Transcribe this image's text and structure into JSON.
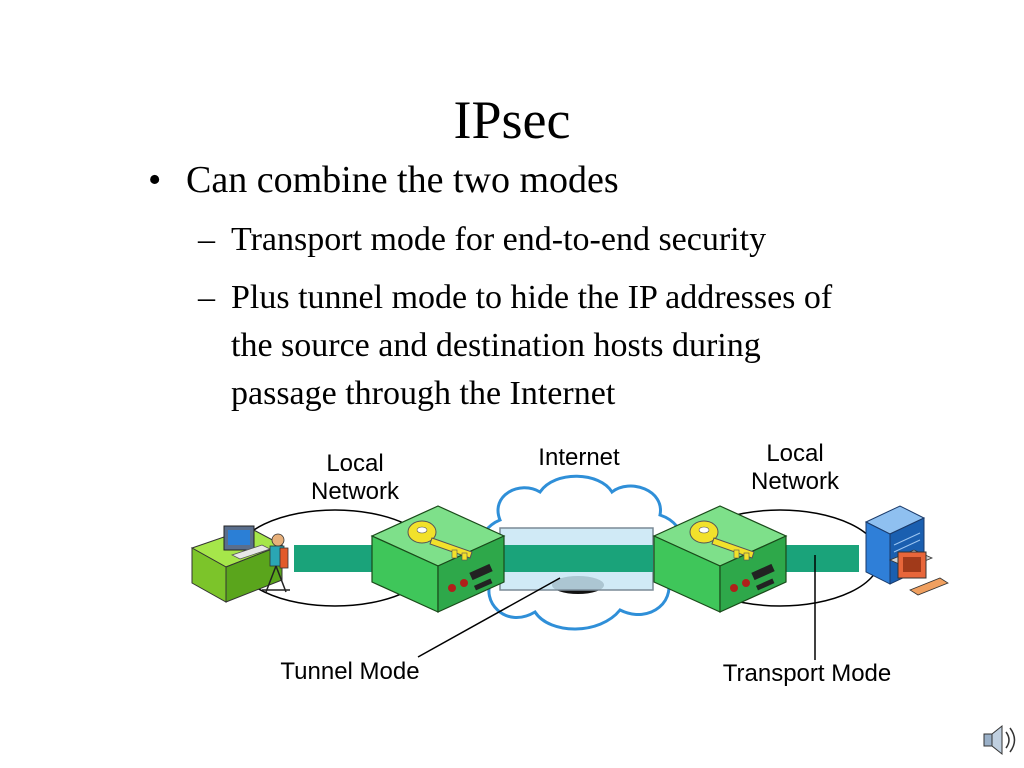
{
  "slide": {
    "title": "IPsec",
    "bullet": "Can combine the two modes",
    "sub_bullets": [
      "Transport mode for end-to-end security",
      [
        "Plus tunnel mode to hide the IP addresses of",
        "the source and destination hosts during",
        "passage through the Internet"
      ]
    ]
  },
  "diagram": {
    "labels": {
      "local_network_left": [
        "Local",
        "Network"
      ],
      "internet": "Internet",
      "local_network_right": [
        "Local",
        "Network"
      ],
      "tunnel_mode": "Tunnel Mode",
      "transport_mode": "Transport Mode"
    },
    "colors": {
      "transport_bar": "#1aa37a",
      "tunnel_box": "#c8e6f4",
      "cloud_outline": "#2f8fd8",
      "gateway_green": "#3fc65a",
      "key_yellow": "#f2e12b"
    },
    "icons": [
      "workstation-icon",
      "security-gateway-icon",
      "key-icon",
      "internet-cloud-icon",
      "server-icon",
      "speaker-icon"
    ]
  }
}
